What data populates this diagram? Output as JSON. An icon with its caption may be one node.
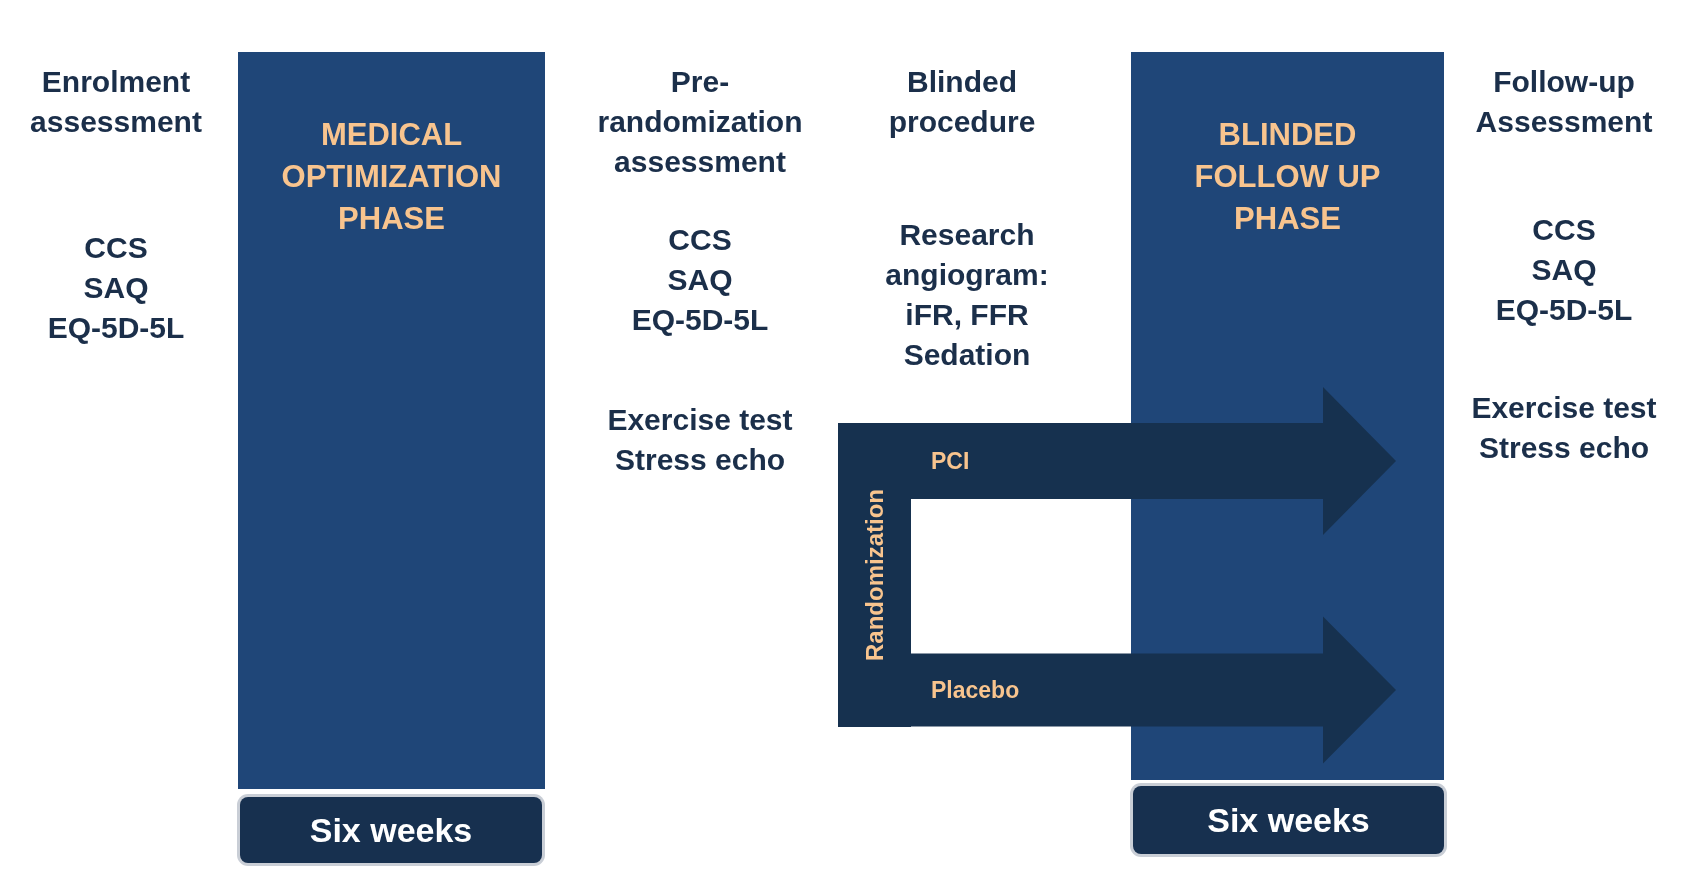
{
  "diagram": {
    "nodes": [
      {
        "text": [
          "MEDICAL OPTIMIZATION PHASE"
        ]
      },
      {
        "text": [
          "Six weeks"
        ]
      },
      {
        "text": [
          "Randomization"
        ]
      },
      {
        "text": [
          "BLINDED FOLLOW UP PHASE"
        ]
      },
      {
        "text": [
          "Six weeks"
        ]
      }
    ],
    "edges": [
      {
        "from": 2,
        "to": 3,
        "arrow": "to",
        "label": "PCI"
      },
      {
        "from": 2,
        "to": 3,
        "arrow": "to",
        "label": "Placebo"
      }
    ],
    "labels": [
      "Enrolment assessment",
      "CCS SAQ EQ-5D-5L",
      "Pre-randomization assessment",
      "CCS SAQ EQ-5D-5L",
      "Exercise test Stress echo",
      "Blinded procedure",
      "Research angiogram: iFR, FFR Sedation",
      "Follow-up Assessment",
      "CCS SAQ EQ-5D-5L",
      "Exercise test Stress echo"
    ]
  }
}
